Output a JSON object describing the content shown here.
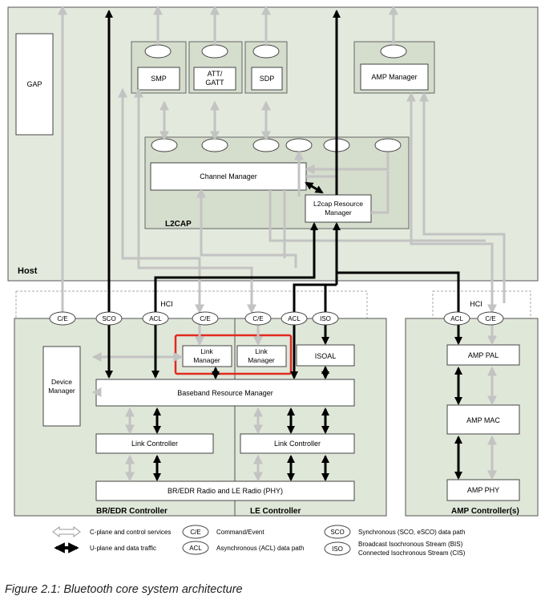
{
  "host": {
    "label": "Host",
    "gap": "GAP",
    "smp": "SMP",
    "att_gatt": [
      "ATT/",
      "GATT"
    ],
    "sdp": "SDP",
    "amp_manager": "AMP Manager",
    "l2cap": {
      "label": "L2CAP",
      "channel_manager": "Channel Manager",
      "resource_manager": [
        "L2cap Resource",
        "Manager"
      ]
    }
  },
  "hci": {
    "left": "HCI",
    "right": "HCI"
  },
  "ports": {
    "ce_1": "C/E",
    "sco": "SCO",
    "acl_1": "ACL",
    "ce_2": "C/E",
    "ce_3": "C/E",
    "acl_2": "ACL",
    "iso": "ISO",
    "acl_amp": "ACL",
    "ce_amp": "C/E"
  },
  "controllers": {
    "bredr": {
      "label": "BR/EDR Controller",
      "device_manager": [
        "Device",
        "Manager"
      ],
      "link_manager": [
        "Link",
        "Manager"
      ],
      "baseband": "Baseband Resource Manager",
      "link_controller": "Link Controller",
      "radio": "BR/EDR Radio and LE Radio (PHY)"
    },
    "le": {
      "label": "LE Controller",
      "link_manager": [
        "Link",
        "Manager"
      ],
      "isoal": "ISOAL",
      "link_controller": "Link Controller"
    },
    "amp": {
      "label": "AMP Controller(s)",
      "pal": "AMP PAL",
      "mac": "AMP MAC",
      "phy": "AMP PHY"
    }
  },
  "legend": {
    "c_plane": "C-plane and control services",
    "u_plane": "U-plane and data traffic",
    "ce_symbol": "C/E",
    "ce_text": "Command/Event",
    "acl_symbol": "ACL",
    "acl_text": "Asynchronous (ACL) data path",
    "sco_symbol": "SCO",
    "sco_text": "Synchronous (SCO, eSCO) data path",
    "iso_symbol": "ISO",
    "iso_text_1": "Broadcast Isochronous Stream (BIS)",
    "iso_text_2": "Connected Isochronous Stream (CIS)"
  },
  "caption": "Figure 2.1:  Bluetooth core system architecture",
  "colors": {
    "panel": "#dfe7d9",
    "gray_line": "#c3c3c3",
    "highlight": "#e02b20",
    "black_line": "#000000"
  }
}
